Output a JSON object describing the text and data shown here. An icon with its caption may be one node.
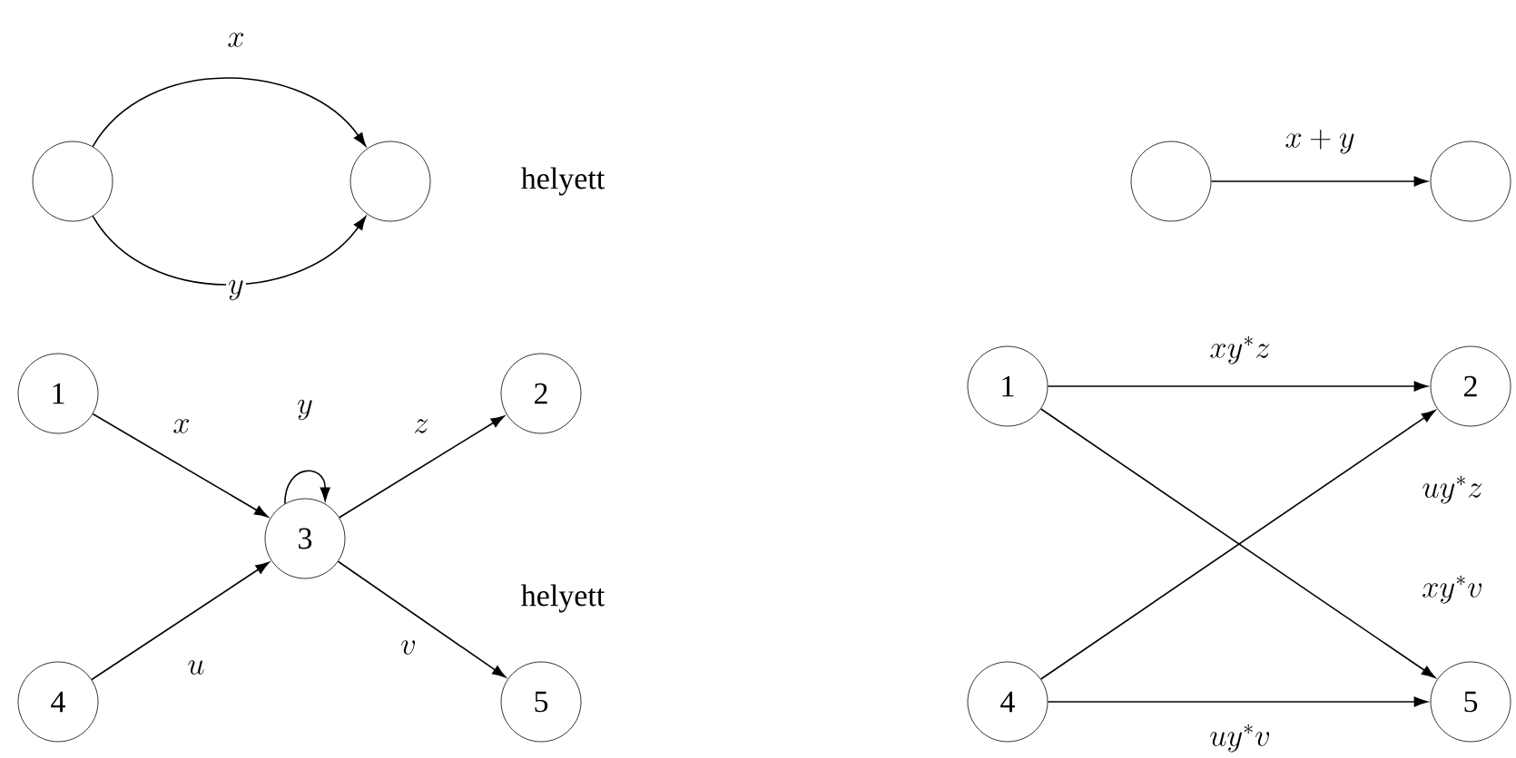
{
  "diagram": {
    "nodes": [
      {
        "text": [],
        "shape": "circle"
      },
      {
        "text": [],
        "shape": "circle"
      },
      {
        "text": [],
        "shape": "circle"
      },
      {
        "text": [],
        "shape": "circle"
      },
      {
        "text": [
          "1"
        ]
      },
      {
        "text": [
          "2"
        ]
      },
      {
        "text": [
          "3"
        ]
      },
      {
        "text": [
          "4"
        ]
      },
      {
        "text": [
          "5"
        ]
      },
      {
        "text": [
          "1"
        ]
      },
      {
        "text": [
          "2"
        ]
      },
      {
        "text": [
          "4"
        ]
      },
      {
        "text": [
          "5"
        ]
      }
    ],
    "edges": [
      {
        "from": 0,
        "to": 1,
        "arrow": "to",
        "label": "x"
      },
      {
        "from": 0,
        "to": 1,
        "arrow": "to",
        "label": "y"
      },
      {
        "from": 2,
        "to": 3,
        "arrow": "to",
        "label": "x+y"
      },
      {
        "from": 4,
        "to": 6,
        "arrow": "to",
        "label": "x"
      },
      {
        "from": 6,
        "to": 6,
        "arrow": "to",
        "label": "y"
      },
      {
        "from": 6,
        "to": 5,
        "arrow": "to",
        "label": "z"
      },
      {
        "from": 7,
        "to": 6,
        "arrow": "to",
        "label": "u"
      },
      {
        "from": 6,
        "to": 8,
        "arrow": "to",
        "label": "v"
      },
      {
        "from": 9,
        "to": 10,
        "arrow": "to",
        "label": "xy^*z"
      },
      {
        "from": 11,
        "to": 10,
        "arrow": "to",
        "label": "uy^*z"
      },
      {
        "from": 9,
        "to": 12,
        "arrow": "to",
        "label": "xy^*v"
      },
      {
        "from": 11,
        "to": 12,
        "arrow": "to",
        "label": "uy^*v"
      }
    ],
    "labels": [
      "helyett",
      "helyett"
    ]
  }
}
